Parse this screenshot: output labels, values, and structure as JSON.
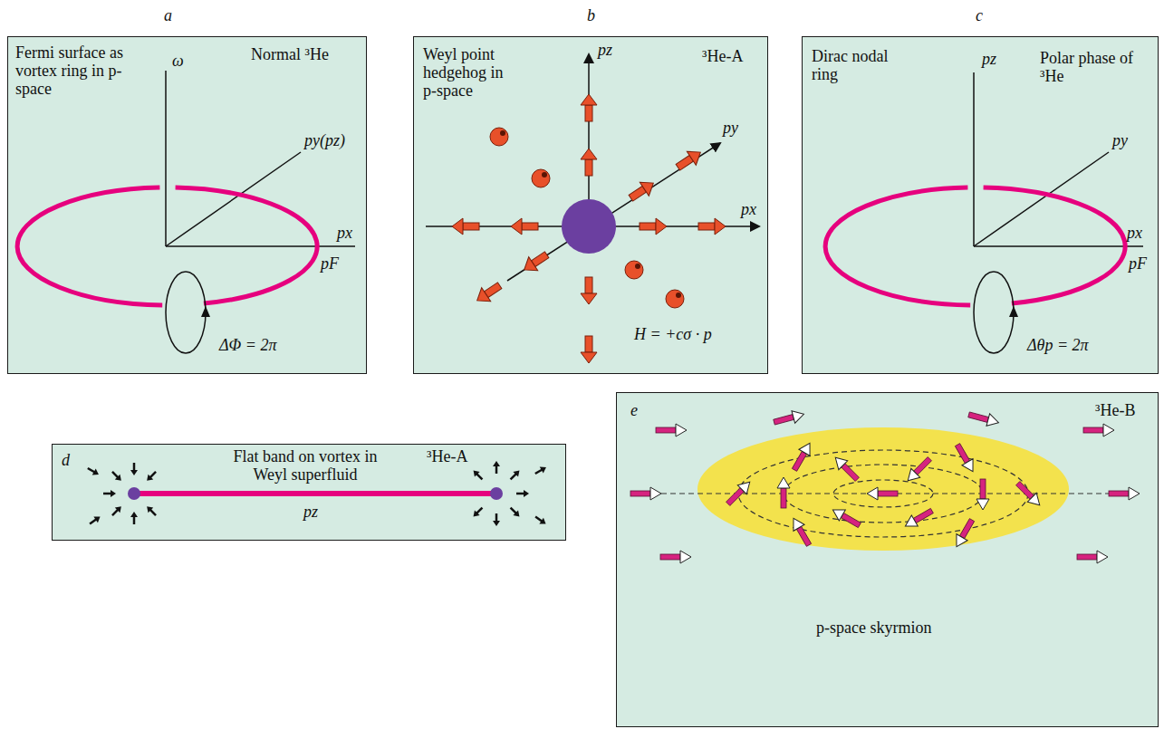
{
  "diagram": {
    "nodes": [
      {
        "text": [
          "a",
          "Fermi surface as vortex ring in p-space",
          "Normal ³He"
        ]
      },
      {
        "text": [
          "b",
          "Weyl point hedgehog in p-space",
          "³He-A"
        ]
      },
      {
        "text": [
          "c",
          "Dirac nodal ring",
          "Polar phase of ³He"
        ]
      },
      {
        "text": [
          "d",
          "Flat band on vortex in Weyl superfluid",
          "³He-A"
        ]
      },
      {
        "text": [
          "e",
          "³He-B",
          "p-space skyrmion"
        ]
      }
    ],
    "labels": [
      "ω",
      "py(pz)",
      "px",
      "pF",
      "ΔΦ = 2π",
      "pz",
      "py",
      "px",
      "H = +cσ · p",
      "pz",
      "py",
      "px",
      "pF",
      "Δθp = 2π",
      "pz"
    ]
  }
}
